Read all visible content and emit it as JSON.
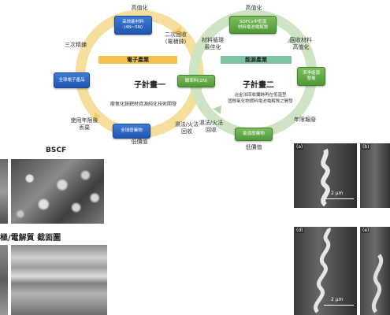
{
  "cycle": {
    "left": {
      "top_label": "高值化",
      "node_top": [
        "高效能材料",
        "(4N~5N)"
      ],
      "side_label_top_right": [
        "二次回收",
        "(電積錸)"
      ],
      "side_label_top_left": "三次精鍊",
      "node_left": "全球電子產品",
      "category": "電子產業",
      "subtitle": "子計畫一",
      "description": "廢氧化錸靶材資源純化技術開發",
      "side_label_bottom_left": [
        "使用年限後",
        "丟棄"
      ],
      "node_bottom": "全球廢棄物",
      "side_label_bottom_right": [
        "濕法/火法",
        "回收"
      ],
      "bottom_label": "低價值"
    },
    "center_node": "鋼率料(2N)",
    "right": {
      "top_label": "高值化",
      "node_top": [
        "SOFCs中低溫",
        "材料電池電解質"
      ],
      "side_label_top_left": [
        "材料循環",
        "最佳化"
      ],
      "side_label_top_right": [
        "回收材料",
        "高值化"
      ],
      "category": "能源產業",
      "subtitle": "子計畫二",
      "description": [
        "冶金法回收鑭鈰再在低溫型",
        "固態氧化物燃料電池電解質之開發"
      ],
      "node_right": [
        "潔淨能源",
        "發電"
      ],
      "side_label_right": "年限報廢",
      "side_label_bottom_left": [
        "濕法/火法",
        "回收"
      ],
      "node_bottom": "能源廢棄物",
      "bottom_label": "低價值"
    }
  },
  "figures": {
    "bscf_title": "BSCF",
    "cross_section_title": "極/電解質  截面圖",
    "panels": [
      {
        "tag": "(a)",
        "scale": "2 µm"
      },
      {
        "tag": "(b)"
      },
      {
        "tag": "(d)",
        "scale": "2 µm"
      },
      {
        "tag": "(e)"
      }
    ]
  },
  "colors": {
    "left_ring": "#f6df9c",
    "right_ring": "#cfe4c4",
    "blue_node": "#2660bf",
    "green_node": "#5aa23e",
    "category_left": "#f2c14e",
    "category_right": "#7fc3a5"
  }
}
